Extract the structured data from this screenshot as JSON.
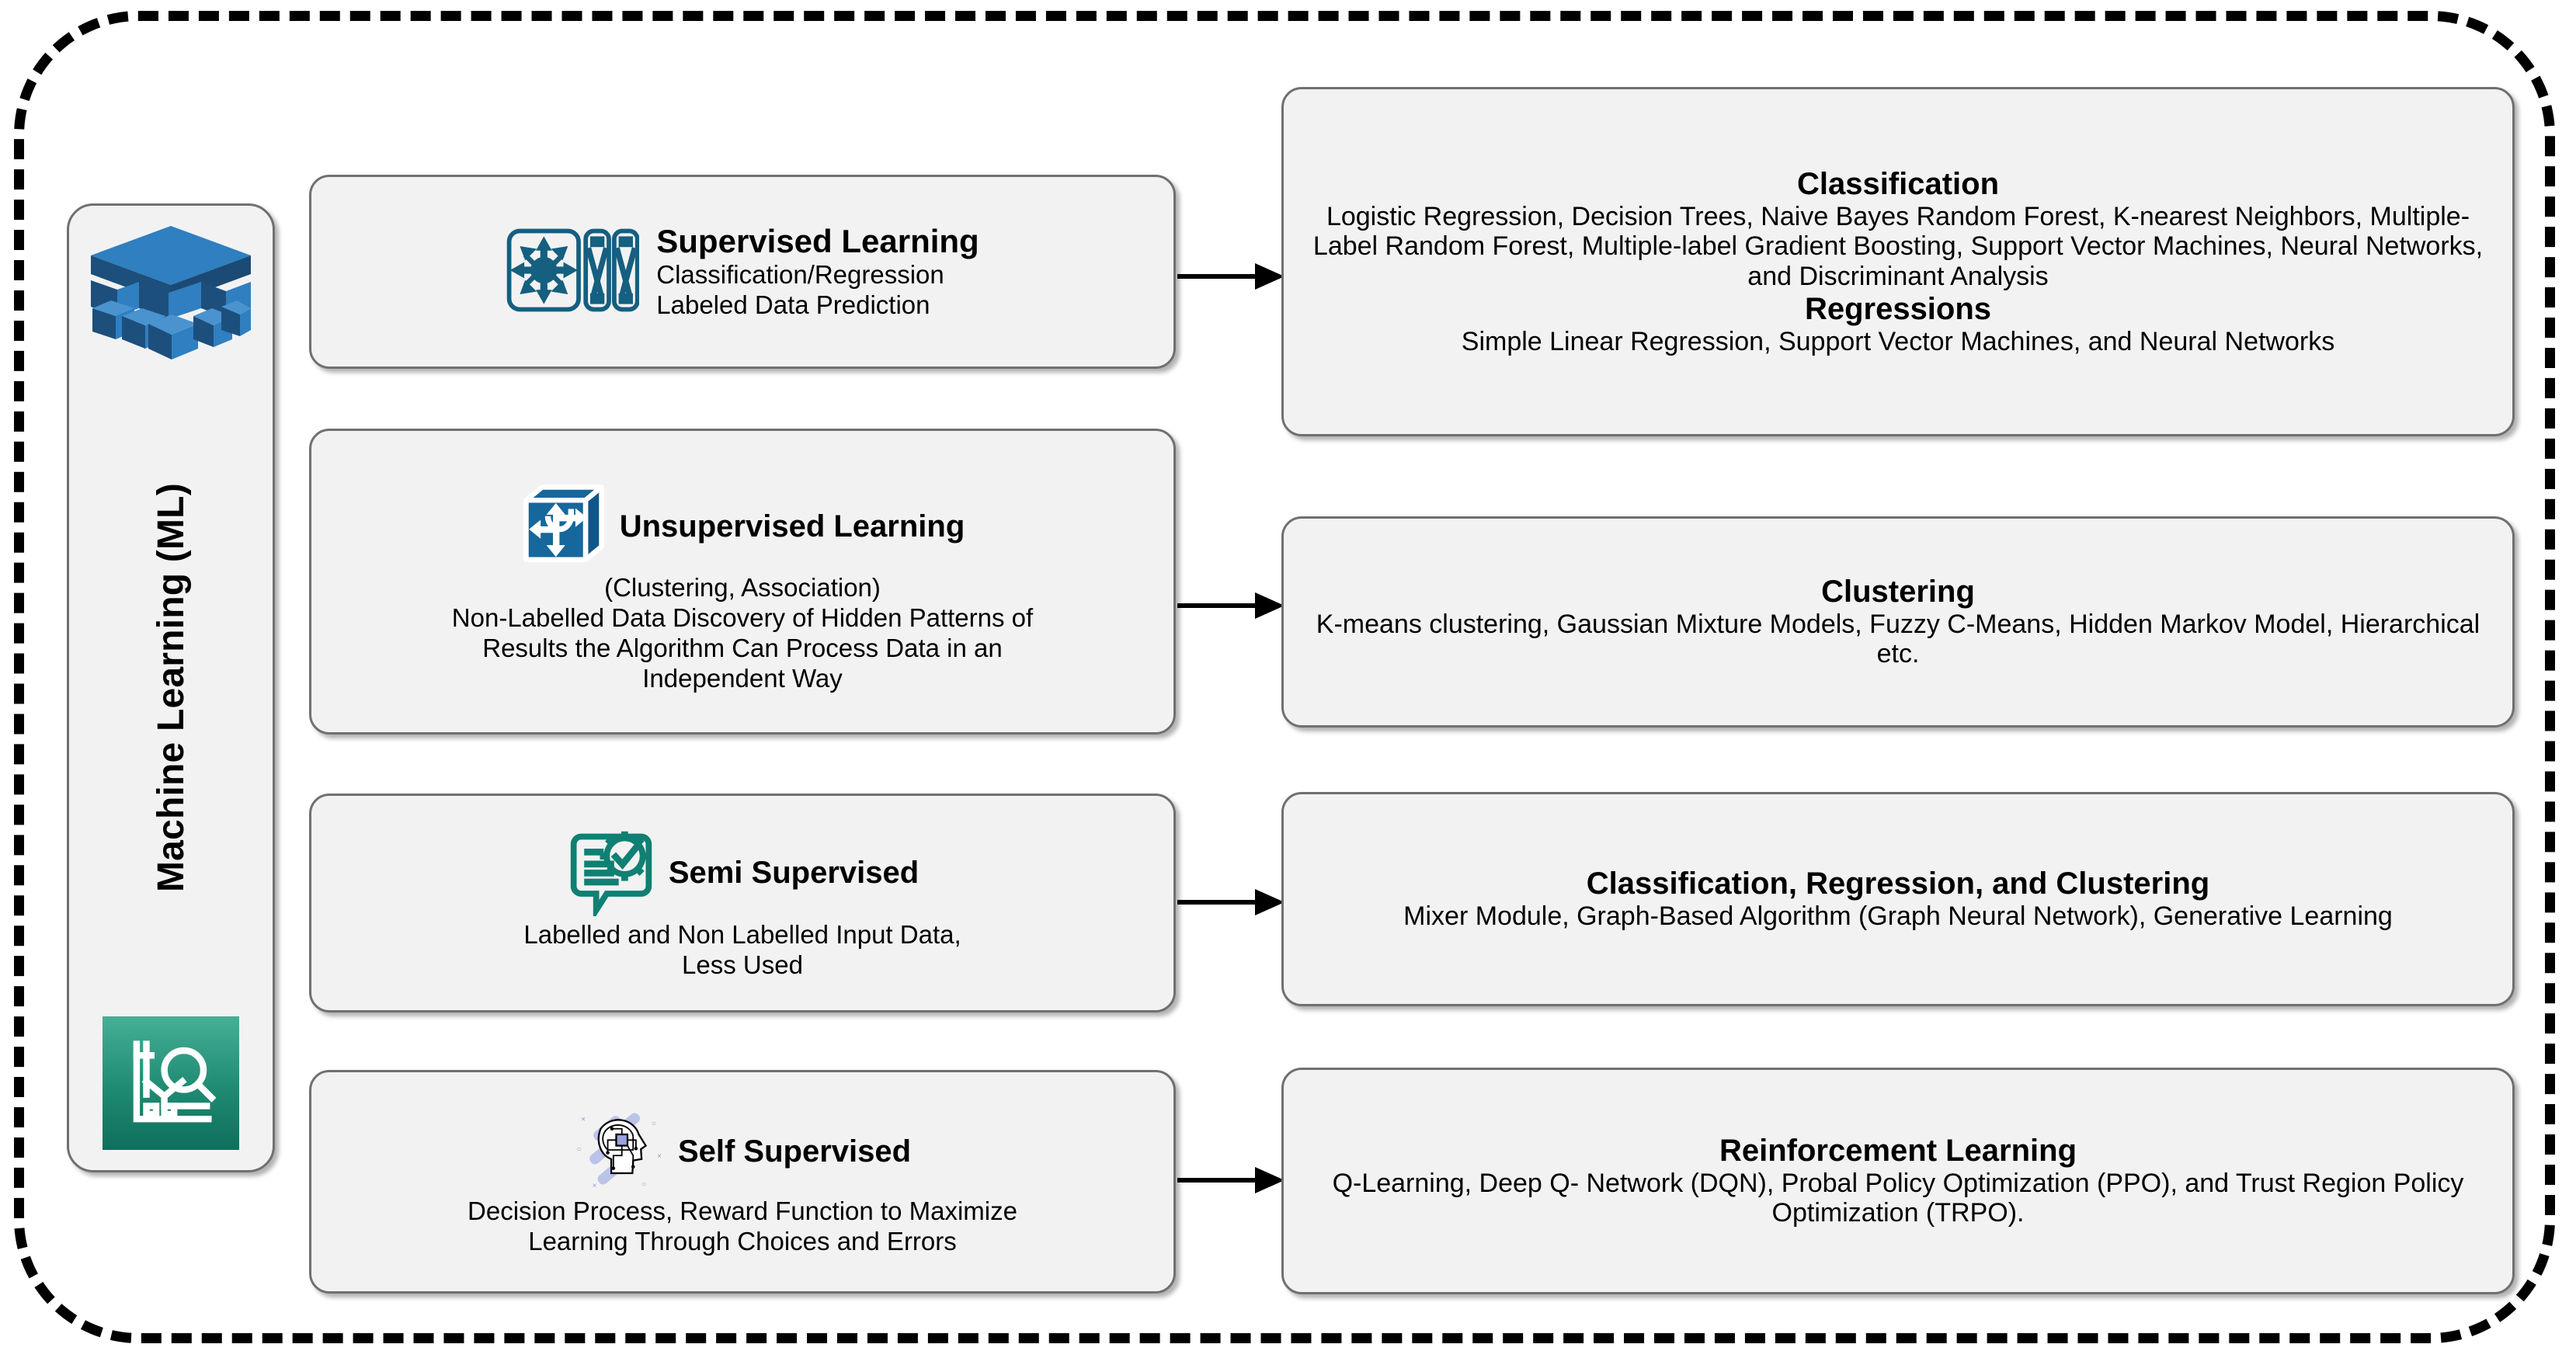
{
  "frame": {
    "style": "dashed-rounded-border",
    "color": "#000000"
  },
  "spine": {
    "title": "Machine Learning (ML)",
    "cube_icon": "layered-cube-icon",
    "chart_icon": "chart-magnifier-icon",
    "cube_colors": {
      "dark": "#1d4f7c",
      "mid": "#22588c",
      "light": "#2f7fc1"
    },
    "chart_icon_colors": {
      "top": "#45b096",
      "bottom": "#0f6f5c"
    }
  },
  "categories": [
    {
      "id": "supervised",
      "icon": "data-labels-icon",
      "icon_color": "#155f80",
      "title": "Supervised Learning",
      "lines": [
        "Classification/Regression",
        "Labeled Data Prediction"
      ]
    },
    {
      "id": "unsupervised",
      "icon": "cube-arrows-u-icon",
      "icon_color": "#16679b",
      "title": "Unsupervised Learning",
      "subtitle": "(Clustering, Association)",
      "lines": [
        "Non-Labelled Data Discovery of Hidden Patterns of",
        "Results the Algorithm Can Process Data in an",
        "Independent Way"
      ]
    },
    {
      "id": "semi",
      "icon": "document-gear-check-icon",
      "icon_color": "#0f8073",
      "title": "Semi Supervised",
      "lines": [
        "Labelled and Non Labelled Input Data,",
        "Less Used"
      ]
    },
    {
      "id": "self",
      "icon": "head-brain-chip-icon",
      "icon_color": "#b3bbe8",
      "title": "Self Supervised",
      "lines": [
        "Decision Process, Reward Function to Maximize",
        "Learning Through Choices and Errors"
      ]
    }
  ],
  "details": [
    {
      "id": "classification",
      "blocks": [
        {
          "title": "Classification",
          "text": "Logistic Regression, Decision Trees, Naive Bayes Random Forest, K-nearest Neighbors, Multiple-Label Random Forest, Multiple-label Gradient Boosting, Support Vector Machines, Neural Networks, and Discriminant Analysis"
        },
        {
          "title": "Regressions",
          "text": "Simple Linear Regression, Support Vector Machines, and Neural Networks"
        }
      ]
    },
    {
      "id": "clustering",
      "blocks": [
        {
          "title": "Clustering",
          "text": "K-means clustering, Gaussian Mixture Models,  Fuzzy C-Means, Hidden Markov Model, Hierarchical etc."
        }
      ]
    },
    {
      "id": "semi-detail",
      "blocks": [
        {
          "title": "Classification, Regression, and Clustering",
          "text": "Mixer Module, Graph-Based Algorithm (Graph Neural Network), Generative Learning"
        }
      ]
    },
    {
      "id": "reinforcement",
      "blocks": [
        {
          "title": "Reinforcement Learning",
          "text": "Q-Learning, Deep Q- Network (DQN), Probal Policy Optimization (PPO), and Trust Region Policy Optimization (TRPO)."
        }
      ]
    }
  ],
  "arrows": {
    "count": 4,
    "color": "#000000",
    "direction": "right"
  }
}
